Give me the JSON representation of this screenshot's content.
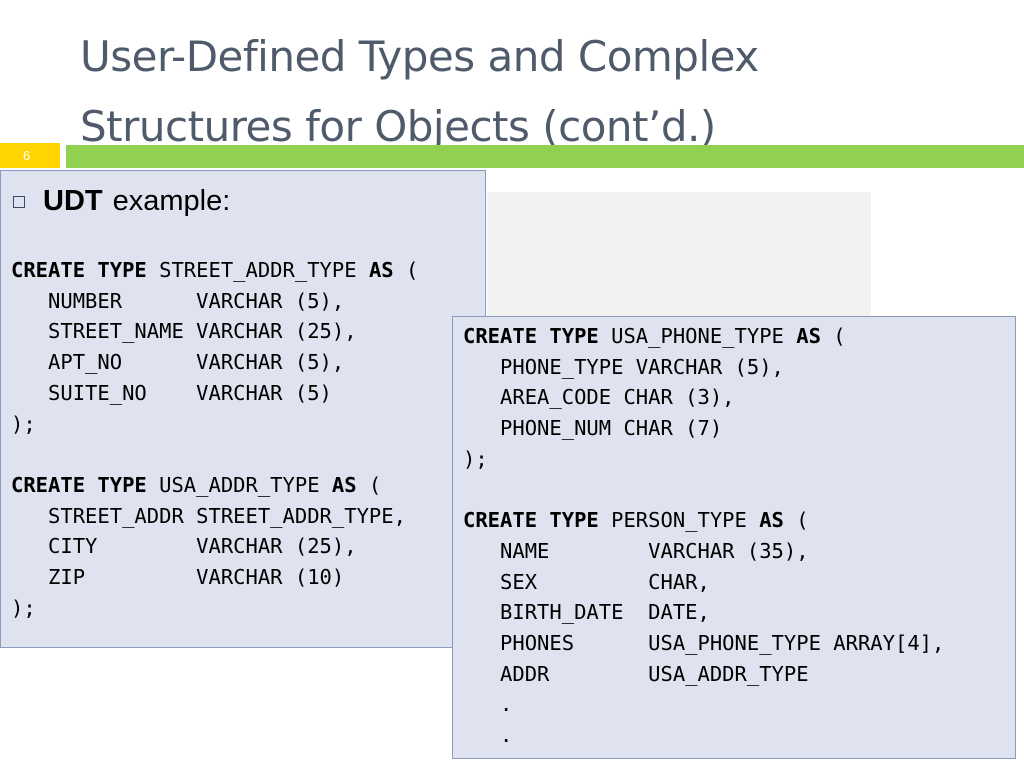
{
  "slide": {
    "title_line1": "User-Defined Types and Complex",
    "title_line2": "Structures for Objects (cont’d.)",
    "number": "6"
  },
  "bullet": {
    "bold": "UDT",
    "text": "example:"
  },
  "code_left": [
    [
      {
        "t": "CREATE TYPE",
        "b": true
      },
      {
        "t": " STREET_ADDR_TYPE "
      },
      {
        "t": "AS",
        "b": true
      },
      {
        "t": " ("
      }
    ],
    [
      {
        "t": "   NUMBER      VARCHAR (5),"
      }
    ],
    [
      {
        "t": "   STREET_NAME VARCHAR (25),"
      }
    ],
    [
      {
        "t": "   APT_NO      VARCHAR (5),"
      }
    ],
    [
      {
        "t": "   SUITE_NO    VARCHAR (5)"
      }
    ],
    [
      {
        "t": ");"
      }
    ],
    [
      {
        "t": ""
      }
    ],
    [
      {
        "t": "CREATE TYPE",
        "b": true
      },
      {
        "t": " USA_ADDR_TYPE "
      },
      {
        "t": "AS",
        "b": true
      },
      {
        "t": " ("
      }
    ],
    [
      {
        "t": "   STREET_ADDR STREET_ADDR_TYPE,"
      }
    ],
    [
      {
        "t": "   CITY        VARCHAR (25),"
      }
    ],
    [
      {
        "t": "   ZIP         VARCHAR (10)"
      }
    ],
    [
      {
        "t": ");"
      }
    ]
  ],
  "code_right": [
    [
      {
        "t": "CREATE TYPE",
        "b": true
      },
      {
        "t": " USA_PHONE_TYPE "
      },
      {
        "t": "AS",
        "b": true
      },
      {
        "t": " ("
      }
    ],
    [
      {
        "t": "   PHONE_TYPE VARCHAR (5),"
      }
    ],
    [
      {
        "t": "   AREA_CODE CHAR (3),"
      }
    ],
    [
      {
        "t": "   PHONE_NUM CHAR (7)"
      }
    ],
    [
      {
        "t": ");"
      }
    ],
    [
      {
        "t": ""
      }
    ],
    [
      {
        "t": "CREATE TYPE",
        "b": true
      },
      {
        "t": " PERSON_TYPE "
      },
      {
        "t": "AS",
        "b": true
      },
      {
        "t": " ("
      }
    ],
    [
      {
        "t": "   NAME        VARCHAR (35),"
      }
    ],
    [
      {
        "t": "   SEX         CHAR,"
      }
    ],
    [
      {
        "t": "   BIRTH_DATE  DATE,"
      }
    ],
    [
      {
        "t": "   PHONES      USA_PHONE_TYPE ARRAY[4],"
      }
    ],
    [
      {
        "t": "   ADDR        USA_ADDR_TYPE"
      }
    ],
    [
      {
        "t": "   ."
      }
    ],
    [
      {
        "t": "   ."
      }
    ]
  ]
}
